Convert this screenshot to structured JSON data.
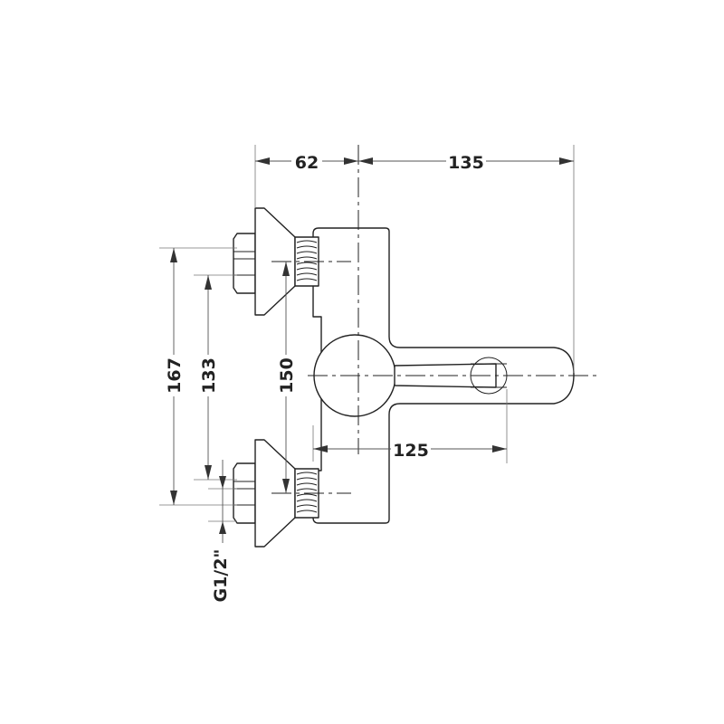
{
  "dimensions": {
    "top_left": "62",
    "top_right": "135",
    "height_outer": "167",
    "height_inner": "133",
    "height_body": "150",
    "spout": "125",
    "thread": "G1/2\""
  }
}
